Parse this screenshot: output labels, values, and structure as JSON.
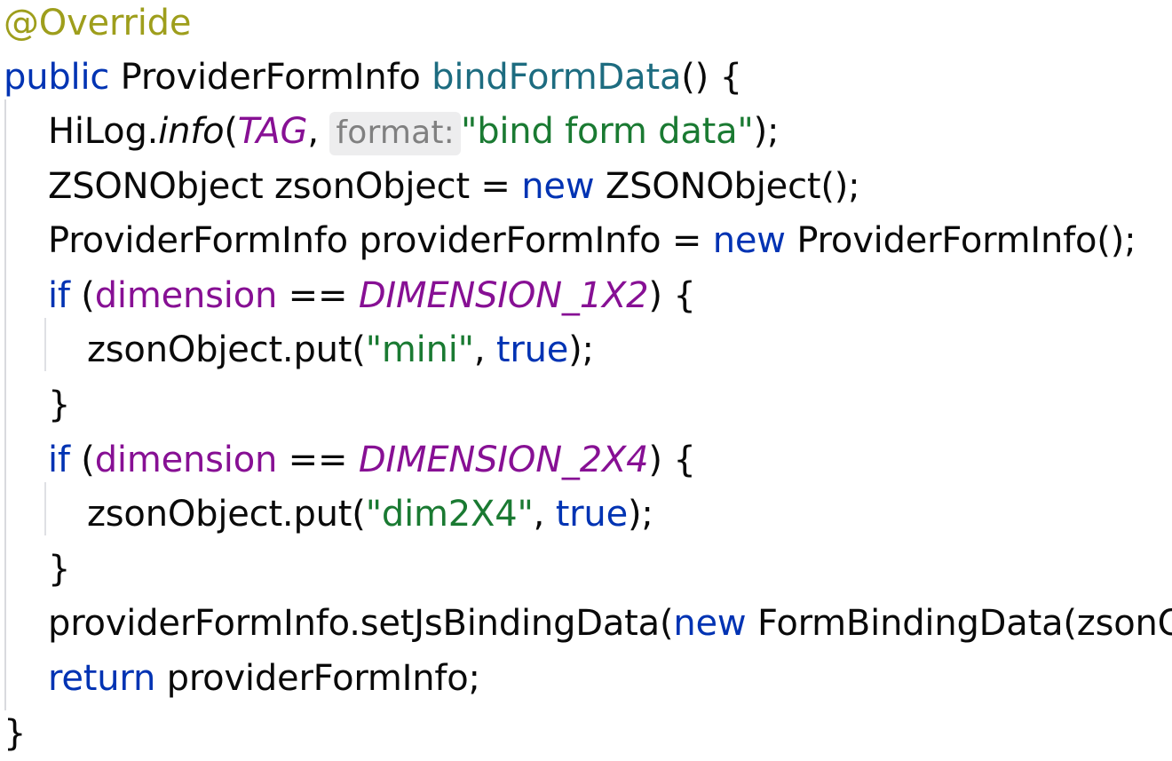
{
  "editor": {
    "language": "Java",
    "theme": "IntelliJ Light",
    "background": "#ffffff"
  },
  "colors": {
    "annotation": "#9e9e1c",
    "keyword": "#0033b3",
    "method_declaration": "#1d6c80",
    "string": "#1a7a32",
    "static_field": "#871094",
    "instance_field": "#871094",
    "plain_text": "#0a0a0a",
    "inlay_hint_text": "#808080",
    "inlay_hint_background": "#ededee",
    "indent_guide": "#d9dade"
  },
  "code": {
    "line_01": {
      "annotation": "@Override"
    },
    "line_02": {
      "kw_public": "public",
      "type_return": " ProviderFormInfo ",
      "method_name": "bindFormData",
      "tail": "() {"
    },
    "line_03": {
      "receiver": "HiLog.",
      "method": "info",
      "open_paren": "(",
      "arg_tag": "TAG",
      "comma": ", ",
      "inlay_hint": "format:",
      "string": "\"bind form data\"",
      "tail": ");"
    },
    "line_04": {
      "type": "ZSONObject zsonObject = ",
      "kw_new": "new",
      "tail": " ZSONObject();"
    },
    "line_05": {
      "type": "ProviderFormInfo providerFormInfo = ",
      "kw_new": "new",
      "tail": " ProviderFormInfo();"
    },
    "line_06": {
      "kw_if": "if",
      "open": " (",
      "field": "dimension",
      "operator": " == ",
      "static_field": "DIMENSION_1X2",
      "tail": ") {"
    },
    "line_07": {
      "call": "zsonObject.put(",
      "string": "\"mini\"",
      "comma": ", ",
      "kw_true": "true",
      "tail": ");"
    },
    "line_08": {
      "brace": "}"
    },
    "line_09": {
      "kw_if": "if",
      "open": " (",
      "field": "dimension",
      "operator": " == ",
      "static_field": "DIMENSION_2X4",
      "tail": ") {"
    },
    "line_10": {
      "call": "zsonObject.put(",
      "string": "\"dim2X4\"",
      "comma": ", ",
      "kw_true": "true",
      "tail": ");"
    },
    "line_11": {
      "brace": "}"
    },
    "line_12": {
      "call": "providerFormInfo.setJsBindingData(",
      "kw_new": "new",
      "tail": " FormBindingData(zsonObject));"
    },
    "line_13": {
      "kw_return": "return",
      "tail": " providerFormInfo;"
    },
    "line_14": {
      "brace": "}"
    }
  }
}
